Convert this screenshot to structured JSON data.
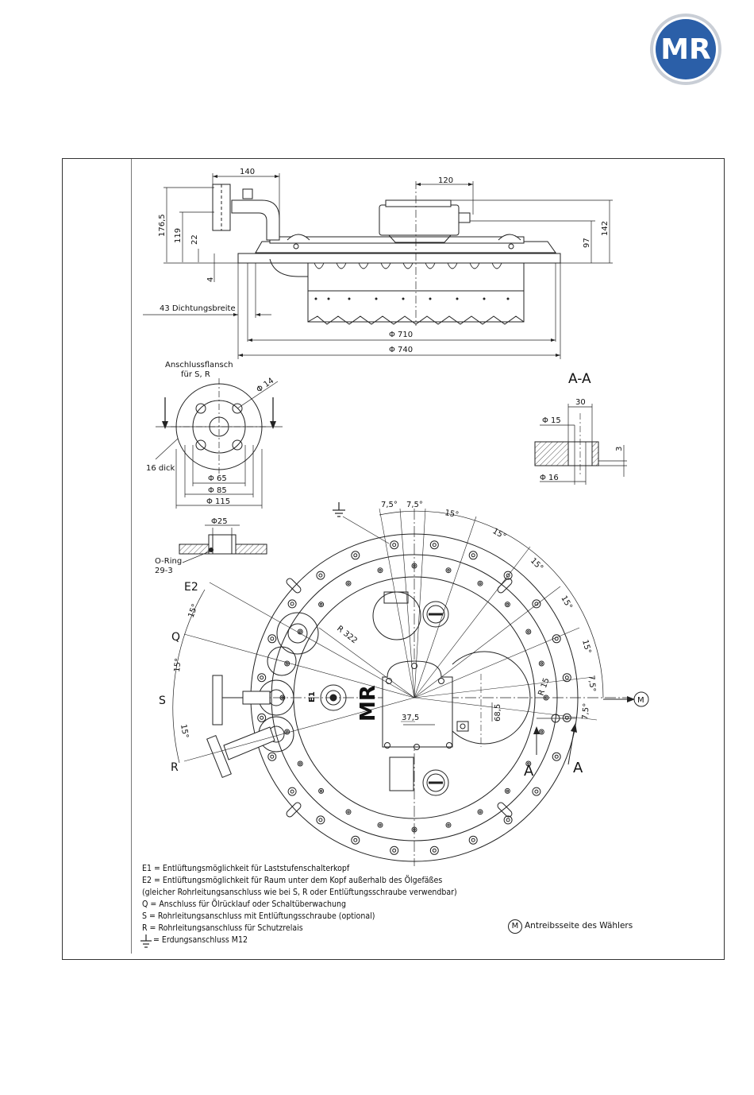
{
  "logo": {
    "text": "MR",
    "colors": {
      "outer": "#2b5fa8",
      "ring": "#c9ced6",
      "text": "#ffffff"
    }
  },
  "top_view": {
    "dims": [
      "140",
      "120",
      "176,5",
      "119",
      "22",
      "4",
      "97",
      "142"
    ],
    "seal_label": "43  Dichtungsbreite",
    "dia_710": "Φ 710",
    "dia_740": "Φ 740"
  },
  "flange": {
    "title_line1": "Anschlussflansch",
    "title_line2": "für  S, R",
    "hole_dia": "Φ 14",
    "thickness": "16 dick",
    "dia_65": "Φ 65",
    "dia_85": "Φ 85",
    "dia_115": "Φ 115",
    "oring_dia": "Φ25",
    "oring_line1": "O-Ring",
    "oring_line2": "29-3"
  },
  "section_aa": {
    "title": "A-A",
    "dim_30": "30",
    "dia_15": "Φ 15",
    "dia_16": "Φ 16",
    "dim_3": "3"
  },
  "plan_view": {
    "angles": [
      "7,5°",
      "7,5°",
      "15°",
      "15°",
      "15°",
      "15°",
      "15°",
      "7,5°",
      "7,5°",
      "15°",
      "15°",
      "15°"
    ],
    "labels": {
      "E2": "E2",
      "Q": "Q",
      "S": "S",
      "R": "R",
      "E1": "E1",
      "A1": "A",
      "A2": "A",
      "M": "M"
    },
    "radius_322": "R 322",
    "radius_15": "R 15",
    "dim_37_5": "37,5",
    "dim_68_5": "68,5",
    "logo_text": "MR"
  },
  "legend": {
    "lines": [
      "E1 = Entlüftungsmöglichkeit für Laststufenschalterkopf",
      "E2 = Entlüftungsmöglichkeit für Raum unter dem Kopf außerhalb des Ölgefäßes",
      "       (gleicher Rohrleitungsanschluss wie bei S, R oder Entlüftungsschraube verwendbar)",
      "Q   = Anschluss für Ölrücklauf oder Schaltüberwachung",
      "S   = Rohrleitungsanschluss mit Entlüftungsschraube (optional)",
      "R   = Rohrleitungsanschluss für Schutzrelais",
      "= Erdungsanschluss M12"
    ],
    "m_symbol": "M",
    "m_note": "Antreibsseite des Wählers"
  }
}
